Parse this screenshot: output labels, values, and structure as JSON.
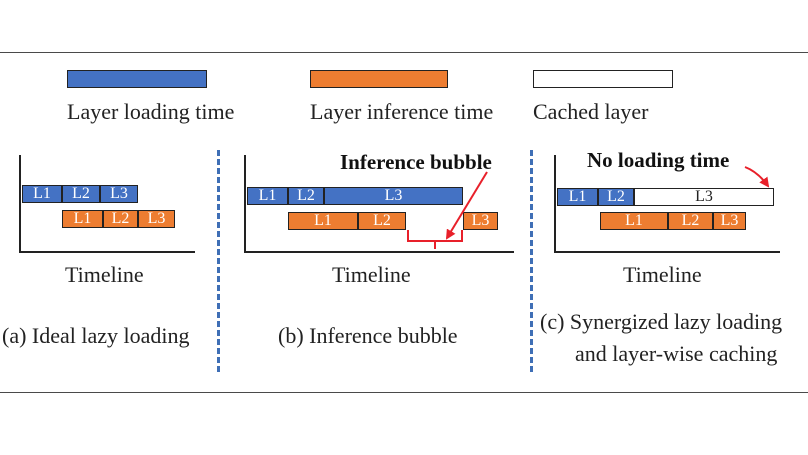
{
  "legend": {
    "loading": {
      "label": "Layer loading time",
      "color": "#4472c4"
    },
    "inference": {
      "label": "Layer inference time",
      "color": "#ed7d31"
    },
    "cached": {
      "label": "Cached layer",
      "color": "#ffffff"
    }
  },
  "panels": [
    {
      "timeline": "Timeline",
      "caption": "(a) Ideal lazy loading",
      "load_blocks": [
        "L1",
        "L2",
        "L3"
      ],
      "infer_blocks": [
        "L1",
        "L2",
        "L3"
      ]
    },
    {
      "timeline": "Timeline",
      "caption": "(b) Inference bubble",
      "annotation": "Inference bubble",
      "load_blocks": [
        "L1",
        "L2",
        "L3"
      ],
      "infer_blocks": [
        "L1",
        "L2",
        "L3"
      ]
    },
    {
      "timeline": "Timeline",
      "caption_line1": "(c) Synergized lazy loading",
      "caption_line2": "and layer-wise caching",
      "annotation": "No loading time",
      "load_blocks": [
        "L1",
        "L2"
      ],
      "cached_blocks": [
        "L3"
      ],
      "infer_blocks": [
        "L1",
        "L2",
        "L3"
      ]
    }
  ],
  "colors": {
    "divider": "#3f6fb6",
    "annotation_arrow": "#e8202a"
  }
}
